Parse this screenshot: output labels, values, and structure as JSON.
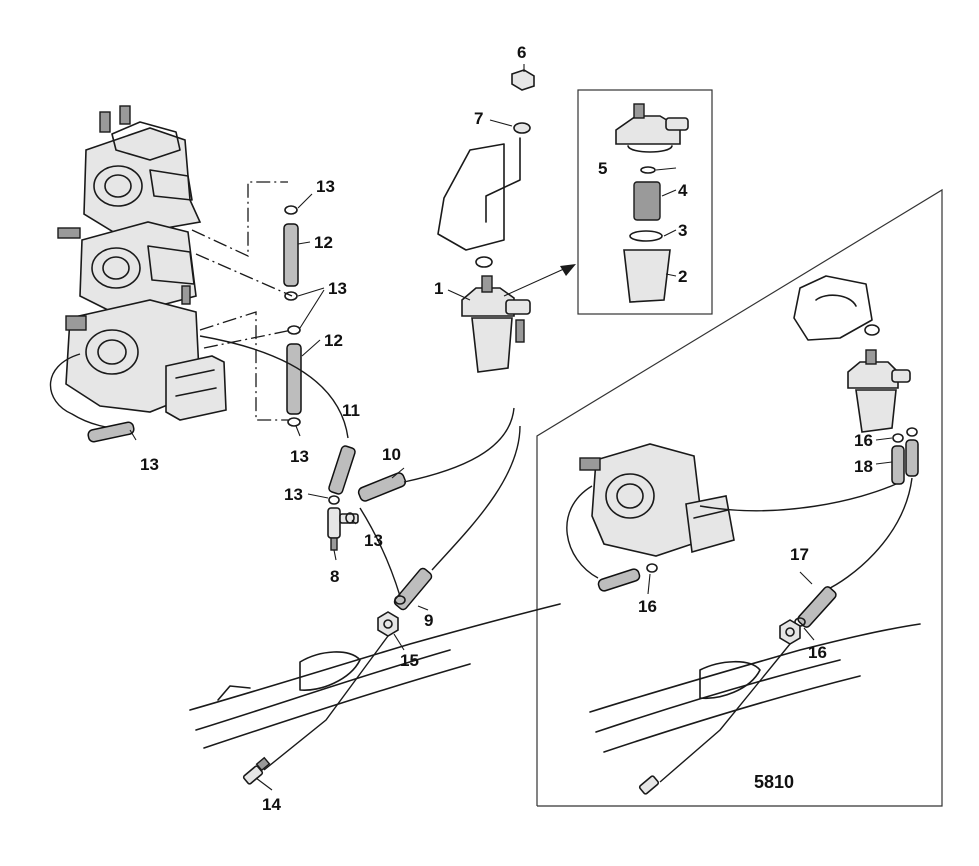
{
  "figure_number": "5810",
  "callouts": [
    {
      "id": "c1",
      "text": "1"
    },
    {
      "id": "c2",
      "text": "2"
    },
    {
      "id": "c3",
      "text": "3"
    },
    {
      "id": "c4",
      "text": "4"
    },
    {
      "id": "c5",
      "text": "5"
    },
    {
      "id": "c6",
      "text": "6"
    },
    {
      "id": "c7",
      "text": "7"
    },
    {
      "id": "c8",
      "text": "8"
    },
    {
      "id": "c9",
      "text": "9"
    },
    {
      "id": "c10",
      "text": "10"
    },
    {
      "id": "c11",
      "text": "11"
    },
    {
      "id": "c12a",
      "text": "12"
    },
    {
      "id": "c12b",
      "text": "12"
    },
    {
      "id": "c13a",
      "text": "13"
    },
    {
      "id": "c13b",
      "text": "13"
    },
    {
      "id": "c13c",
      "text": "13"
    },
    {
      "id": "c13d",
      "text": "13"
    },
    {
      "id": "c13e",
      "text": "13"
    },
    {
      "id": "c13f",
      "text": "13"
    },
    {
      "id": "c14",
      "text": "14"
    },
    {
      "id": "c15",
      "text": "15"
    },
    {
      "id": "c16a",
      "text": "16"
    },
    {
      "id": "c16b",
      "text": "16"
    },
    {
      "id": "c16c",
      "text": "16"
    },
    {
      "id": "c17",
      "text": "17"
    },
    {
      "id": "c18",
      "text": "18"
    }
  ]
}
